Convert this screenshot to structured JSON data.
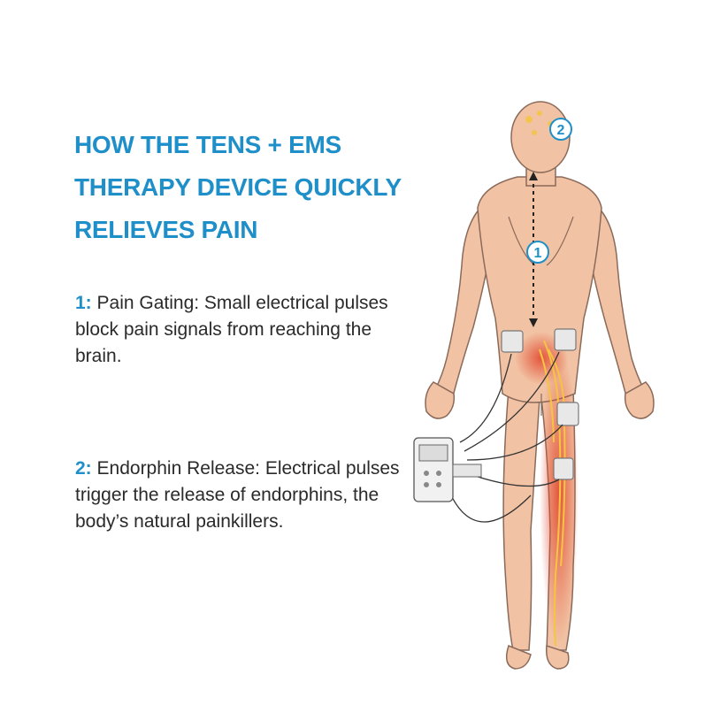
{
  "title_lines": [
    "HOW THE TENS + EMS",
    "THERAPY DEVICE QUICKLY",
    "RELIEVES PAIN"
  ],
  "points": [
    {
      "number": "1:",
      "text": " Pain Gating: Small electrical pulses block pain signals from reaching the brain."
    },
    {
      "number": "2:",
      "text": " Endorphin Release: Electrical pulses trigger the release of endorphins, the body’s natural painkillers."
    }
  ],
  "figure": {
    "marker_1": "1",
    "marker_2": "2",
    "icons": [
      "human-body-back-illustration",
      "tens-device-icon",
      "electrode-pad-icon",
      "nerve-icon"
    ]
  },
  "colors": {
    "title": "#1f8fc9",
    "number": "#1f8fc9",
    "body_text": "#2a2a2a",
    "skin": "#f1c3a4",
    "pain": "#e2492f",
    "nerve": "#f5c542"
  }
}
